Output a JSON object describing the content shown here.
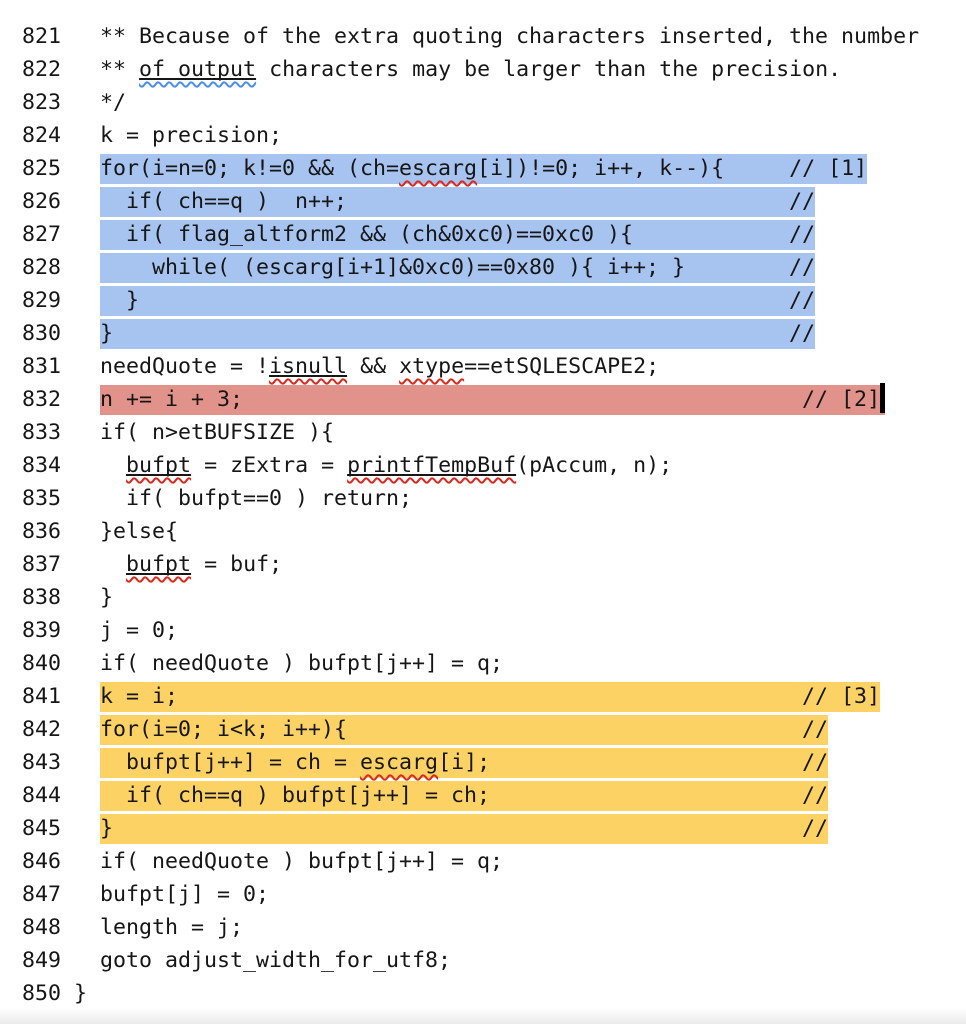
{
  "colors": {
    "highlight_blue": "#a7c3ef",
    "highlight_red": "#e1928a",
    "highlight_yellow": "#fcd265",
    "text": "#161616",
    "spell_squiggle_red": "#dd281e",
    "grammar_squiggle_blue": "#4b8df0"
  },
  "annotations": {
    "comment_1": "// [1]",
    "comment_2": "// [2]",
    "comment_3": "// [3]"
  },
  "lines": [
    {
      "num": "821",
      "pre": "  ",
      "hl": null,
      "cursor": false,
      "seg": [
        {
          "s": "p",
          "t": "** Because of the extra quoting characters inserted, the number"
        }
      ]
    },
    {
      "num": "822",
      "pre": "  ",
      "hl": null,
      "cursor": false,
      "seg": [
        {
          "s": "p",
          "t": "** "
        },
        {
          "s": "bu",
          "t": "of output"
        },
        {
          "s": "p",
          "t": " characters may be larger than the precision."
        }
      ]
    },
    {
      "num": "823",
      "pre": "  ",
      "hl": null,
      "cursor": false,
      "seg": [
        {
          "s": "p",
          "t": "*/"
        }
      ]
    },
    {
      "num": "824",
      "pre": "  ",
      "hl": null,
      "cursor": false,
      "seg": [
        {
          "s": "p",
          "t": "k = precision;"
        }
      ]
    },
    {
      "num": "825",
      "pre": "  ",
      "hl": "blue",
      "cursor": false,
      "seg": [
        {
          "s": "p",
          "t": "for(i=n=0; k!=0 && (ch="
        },
        {
          "s": "r",
          "t": "escarg"
        },
        {
          "s": "p",
          "t": "[i])!=0; i++, k--){     // [1]"
        }
      ]
    },
    {
      "num": "826",
      "pre": "  ",
      "hl": "blue",
      "cursor": false,
      "seg": [
        {
          "s": "p",
          "t": "  if( ch==q )  n++;                                  //"
        }
      ]
    },
    {
      "num": "827",
      "pre": "  ",
      "hl": "blue",
      "cursor": false,
      "seg": [
        {
          "s": "p",
          "t": "  if( flag_altform2 && (ch&0xc0)==0xc0 ){            //"
        }
      ]
    },
    {
      "num": "828",
      "pre": "  ",
      "hl": "blue",
      "cursor": false,
      "seg": [
        {
          "s": "p",
          "t": "    while( (escarg[i+1]&0xc0)==0x80 ){ i++; }        //"
        }
      ]
    },
    {
      "num": "829",
      "pre": "  ",
      "hl": "blue",
      "cursor": false,
      "seg": [
        {
          "s": "p",
          "t": "  }                                                  //"
        }
      ]
    },
    {
      "num": "830",
      "pre": "  ",
      "hl": "blue",
      "cursor": false,
      "seg": [
        {
          "s": "p",
          "t": "}                                                    //"
        }
      ]
    },
    {
      "num": "831",
      "pre": "  ",
      "hl": null,
      "cursor": false,
      "seg": [
        {
          "s": "p",
          "t": "needQuote = !"
        },
        {
          "s": "ru",
          "t": "isnull"
        },
        {
          "s": "p",
          "t": " && "
        },
        {
          "s": "r",
          "t": "xtype"
        },
        {
          "s": "p",
          "t": "==etSQLESCAPE2;"
        }
      ]
    },
    {
      "num": "832",
      "pre": "  ",
      "hl": "red",
      "cursor": true,
      "seg": [
        {
          "s": "p",
          "t": "n += i + 3;                                           // [2]"
        }
      ]
    },
    {
      "num": "833",
      "pre": "  ",
      "hl": null,
      "cursor": false,
      "seg": [
        {
          "s": "p",
          "t": "if( n>etBUFSIZE ){"
        }
      ]
    },
    {
      "num": "834",
      "pre": "  ",
      "hl": null,
      "cursor": false,
      "seg": [
        {
          "s": "p",
          "t": "  "
        },
        {
          "s": "ru",
          "t": "bufpt"
        },
        {
          "s": "p",
          "t": " = zExtra = "
        },
        {
          "s": "ru",
          "t": "printfTempBuf"
        },
        {
          "s": "p",
          "t": "(pAccum, n);"
        }
      ]
    },
    {
      "num": "835",
      "pre": "  ",
      "hl": null,
      "cursor": false,
      "seg": [
        {
          "s": "p",
          "t": "  if( bufpt==0 ) return;"
        }
      ]
    },
    {
      "num": "836",
      "pre": "  ",
      "hl": null,
      "cursor": false,
      "seg": [
        {
          "s": "p",
          "t": "}else{"
        }
      ]
    },
    {
      "num": "837",
      "pre": "  ",
      "hl": null,
      "cursor": false,
      "seg": [
        {
          "s": "p",
          "t": "  "
        },
        {
          "s": "ru",
          "t": "bufpt"
        },
        {
          "s": "p",
          "t": " = buf;"
        }
      ]
    },
    {
      "num": "838",
      "pre": "  ",
      "hl": null,
      "cursor": false,
      "seg": [
        {
          "s": "p",
          "t": "}"
        }
      ]
    },
    {
      "num": "839",
      "pre": "  ",
      "hl": null,
      "cursor": false,
      "seg": [
        {
          "s": "p",
          "t": "j = 0;"
        }
      ]
    },
    {
      "num": "840",
      "pre": "  ",
      "hl": null,
      "cursor": false,
      "seg": [
        {
          "s": "p",
          "t": "if( needQuote ) bufpt[j++] = q;"
        }
      ]
    },
    {
      "num": "841",
      "pre": "  ",
      "hl": "yellow",
      "cursor": false,
      "seg": [
        {
          "s": "p",
          "t": "k = i;                                                // [3]"
        }
      ]
    },
    {
      "num": "842",
      "pre": "  ",
      "hl": "yellow",
      "cursor": false,
      "seg": [
        {
          "s": "p",
          "t": "for(i=0; i<k; i++){                                   //"
        }
      ]
    },
    {
      "num": "843",
      "pre": "  ",
      "hl": "yellow",
      "cursor": false,
      "seg": [
        {
          "s": "p",
          "t": "  bufpt[j++] = ch = "
        },
        {
          "s": "r",
          "t": "escarg"
        },
        {
          "s": "p",
          "t": "[i];                        //"
        }
      ]
    },
    {
      "num": "844",
      "pre": "  ",
      "hl": "yellow",
      "cursor": false,
      "seg": [
        {
          "s": "p",
          "t": "  if( ch==q ) bufpt[j++] = ch;                        //"
        }
      ]
    },
    {
      "num": "845",
      "pre": "  ",
      "hl": "yellow",
      "cursor": false,
      "seg": [
        {
          "s": "p",
          "t": "}                                                     //"
        }
      ]
    },
    {
      "num": "846",
      "pre": "  ",
      "hl": null,
      "cursor": false,
      "seg": [
        {
          "s": "p",
          "t": "if( needQuote ) bufpt[j++] = q;"
        }
      ]
    },
    {
      "num": "847",
      "pre": "  ",
      "hl": null,
      "cursor": false,
      "seg": [
        {
          "s": "p",
          "t": "bufpt[j] = 0;"
        }
      ]
    },
    {
      "num": "848",
      "pre": "  ",
      "hl": null,
      "cursor": false,
      "seg": [
        {
          "s": "p",
          "t": "length = j;"
        }
      ]
    },
    {
      "num": "849",
      "pre": "  ",
      "hl": null,
      "cursor": false,
      "seg": [
        {
          "s": "p",
          "t": "goto adjust_width_for_utf8;"
        }
      ]
    },
    {
      "num": "850",
      "pre": "",
      "hl": null,
      "cursor": false,
      "seg": [
        {
          "s": "p",
          "t": "}"
        }
      ]
    }
  ]
}
